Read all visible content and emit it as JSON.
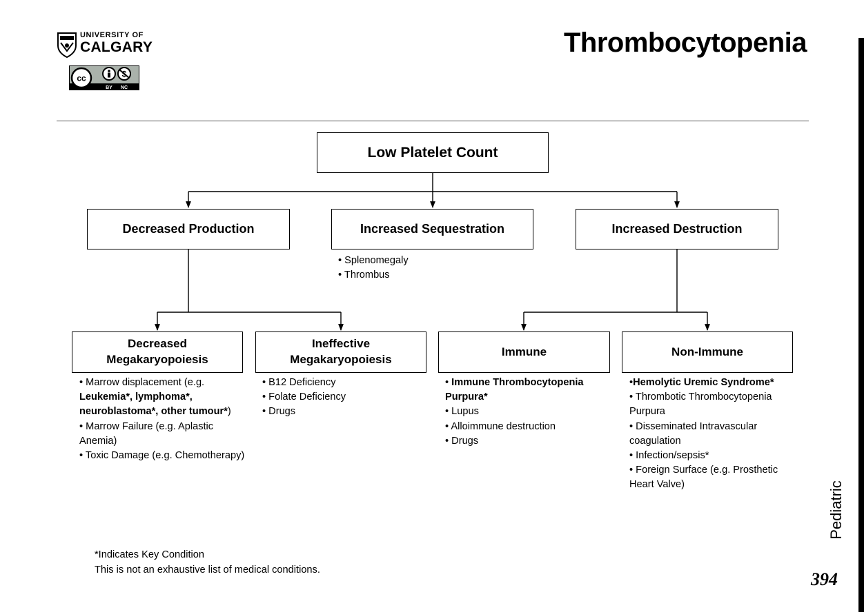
{
  "header": {
    "logo": {
      "line1": "UNIVERSITY OF",
      "line2": "CALGARY"
    },
    "license_badge": {
      "cc": "cc",
      "by": "BY",
      "nc": "NC"
    },
    "title": "Thrombocytopenia",
    "side_label": "Pediatric",
    "page_number": "394"
  },
  "diagram": {
    "root": "Low Platelet Count",
    "level1": [
      "Decreased Production",
      "Increased Sequestration",
      "Increased Destruction"
    ],
    "sequestration_items": [
      "• Splenomegaly",
      "• Thrombus"
    ],
    "level2": {
      "decreased_megakaryopoiesis": [
        "Decreased",
        "Megakaryopoiesis"
      ],
      "ineffective_megakaryopoiesis": [
        "Ineffective",
        "Megakaryopoiesis"
      ],
      "immune": "Immune",
      "non_immune": "Non-Immune"
    },
    "decreased_mega_items": {
      "i1_prefix": "• Marrow displacement (e.g.",
      "i1_bold": "Leukemia*, lymphoma*, neuroblastoma*, other tumour*",
      "i1_suffix": ")",
      "i2": "•  Marrow Failure (e.g. Aplastic Anemia)",
      "i3": "• Toxic Damage (e.g. Chemotherapy)"
    },
    "ineffective_mega_items": [
      "• B12 Deficiency",
      "• Folate Deficiency",
      "• Drugs"
    ],
    "immune_items": {
      "i1_bullet": "• ",
      "i1_bold": "Immune Thrombocytopenia Purpura",
      "i1_suffix": "*",
      "rest": [
        "• Lupus",
        "• Alloimmune destruction",
        "• Drugs"
      ]
    },
    "non_immune_items": {
      "i1_bullet": "•",
      "i1_bold": "Hemolytic Uremic Syndrome",
      "i1_suffix": "*",
      "rest": [
        "• Thrombotic Thrombocytopenia Purpura",
        "• Disseminated Intravascular coagulation",
        "• Infection/sepsis*",
        "• Foreign Surface (e.g. Prosthetic Heart Valve)"
      ]
    }
  },
  "footnotes": [
    "*Indicates Key Condition",
    "This is not an exhaustive list of medical conditions."
  ]
}
